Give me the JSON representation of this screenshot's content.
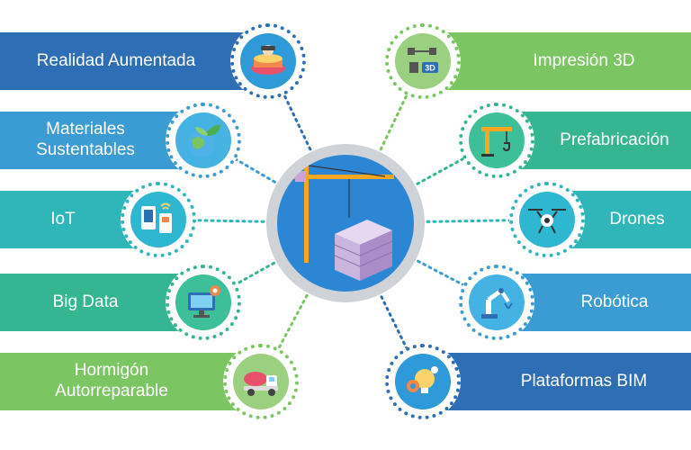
{
  "colors": {
    "blue_dark": "#2e6eb5",
    "blue_mid": "#3b9bd3",
    "teal": "#2fb6b9",
    "green_teal": "#35b592",
    "green": "#7cc563",
    "hub_ring": "#cfd3d8",
    "hub_core": "#2c86d4"
  },
  "hub": {
    "icon": "construction-crane-building-icon"
  },
  "left_items": [
    {
      "label": "Realidad Aumentada",
      "icon": "augmented-reality-icon"
    },
    {
      "label": "Materiales\nSustentables",
      "icon": "sustainable-materials-globe-icon"
    },
    {
      "label": "IoT",
      "icon": "iot-devices-icon"
    },
    {
      "label": "Big Data",
      "icon": "big-data-monitor-icon"
    },
    {
      "label": "Hormigón\nAutorreparable",
      "icon": "concrete-mixer-truck-icon"
    }
  ],
  "right_items": [
    {
      "label": "Impresión 3D",
      "icon": "3d-printer-icon"
    },
    {
      "label": "Prefabricación",
      "icon": "crane-hook-icon"
    },
    {
      "label": "Drones",
      "icon": "drone-icon"
    },
    {
      "label": "Robótica",
      "icon": "robotic-arm-icon"
    },
    {
      "label": "Plataformas BIM",
      "icon": "bim-lightbulb-gear-icon"
    }
  ]
}
